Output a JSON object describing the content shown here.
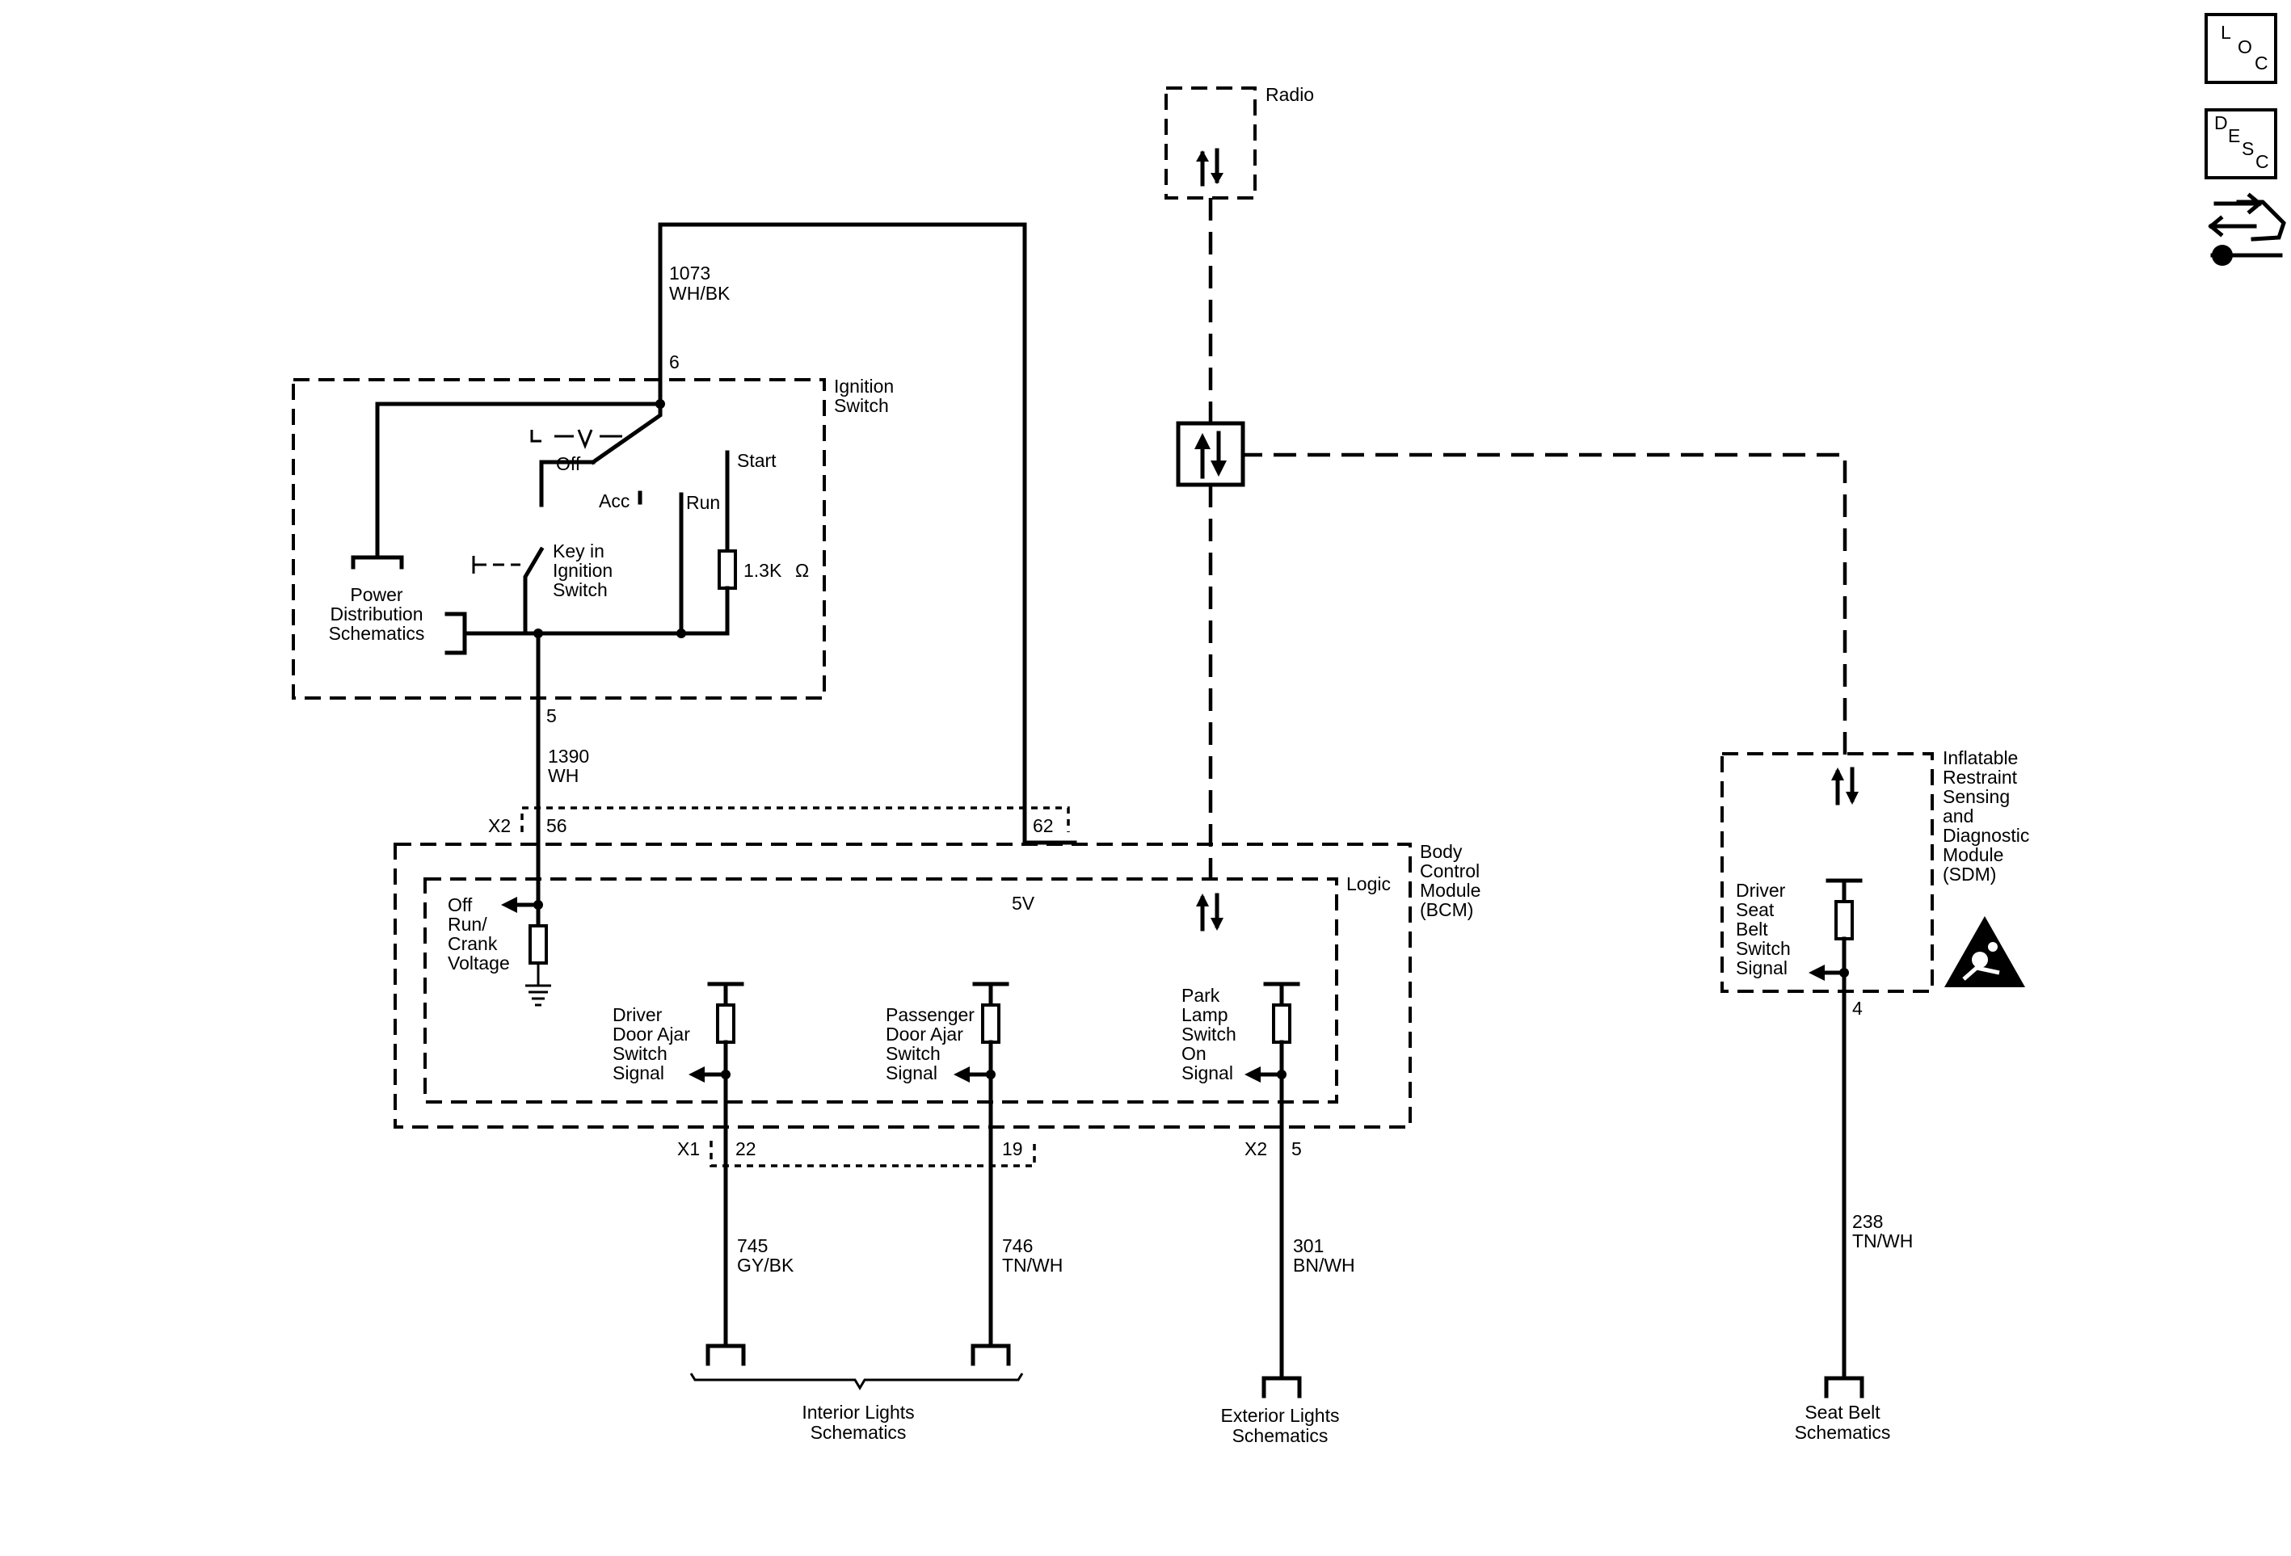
{
  "side_icons": {
    "loc": {
      "l1": "L",
      "l2": "O",
      "l3": "C"
    },
    "desc": {
      "l1": "D",
      "l2": "E",
      "l3": "S",
      "l4": "C"
    },
    "tool_icon": "connector-wrench-icon"
  },
  "radio": {
    "label": "Radio"
  },
  "wire_1073": {
    "circuit": "1073",
    "color": "WH/BK"
  },
  "ignition_switch": {
    "title_l1": "Ignition",
    "title_l2": "Switch",
    "pin_top": "6",
    "pin_bottom": "5",
    "pos_off": "Off",
    "pos_acc": "Acc",
    "pos_run": "Run",
    "pos_start": "Start",
    "resistor": "1.3K",
    "ohm": "Ω",
    "key_l1": "Key in",
    "key_l2": "Ignition",
    "key_l3": "Switch",
    "pd_l1": "Power",
    "pd_l2": "Distribution",
    "pd_l3": "Schematics"
  },
  "wire_1390": {
    "circuit": "1390",
    "color": "WH"
  },
  "bcm": {
    "title_l1": "Body",
    "title_l2": "Control",
    "title_l3": "Module",
    "title_l4": "(BCM)",
    "logic": "Logic",
    "conn_x2_top": "X2",
    "pin_56": "56",
    "pin_62": "62",
    "five_v": "5V",
    "ign_l1": "Off",
    "ign_l2": "Run/",
    "ign_l3": "Crank",
    "ign_l4": "Voltage",
    "drv_l1": "Driver",
    "drv_l2": "Door Ajar",
    "drv_l3": "Switch",
    "drv_l4": "Signal",
    "pas_l1": "Passenger",
    "pas_l2": "Door Ajar",
    "pas_l3": "Switch",
    "pas_l4": "Signal",
    "park_l1": "Park",
    "park_l2": "Lamp",
    "park_l3": "Switch",
    "park_l4": "On",
    "park_l5": "Signal",
    "conn_x1": "X1",
    "pin_22": "22",
    "pin_19": "19",
    "conn_x2_bot": "X2",
    "pin_5": "5"
  },
  "wire_745": {
    "circuit": "745",
    "color": "GY/BK"
  },
  "wire_746": {
    "circuit": "746",
    "color": "TN/WH"
  },
  "wire_301": {
    "circuit": "301",
    "color": "BN/WH"
  },
  "interior": {
    "l1": "Interior Lights",
    "l2": "Schematics"
  },
  "exterior": {
    "l1": "Exterior Lights",
    "l2": "Schematics"
  },
  "sdm": {
    "title_l1": "Inflatable",
    "title_l2": "Restraint",
    "title_l3": "Sensing",
    "title_l4": "and",
    "title_l5": "Diagnostic",
    "title_l6": "Module",
    "title_l7": "(SDM)",
    "sig_l1": "Driver",
    "sig_l2": "Seat",
    "sig_l3": "Belt",
    "sig_l4": "Switch",
    "sig_l5": "Signal",
    "pin_4": "4",
    "warning_icon": "airbag-warning-icon"
  },
  "wire_238": {
    "circuit": "238",
    "color": "TN/WH"
  },
  "seatbelt": {
    "l1": "Seat Belt",
    "l2": "Schematics"
  }
}
